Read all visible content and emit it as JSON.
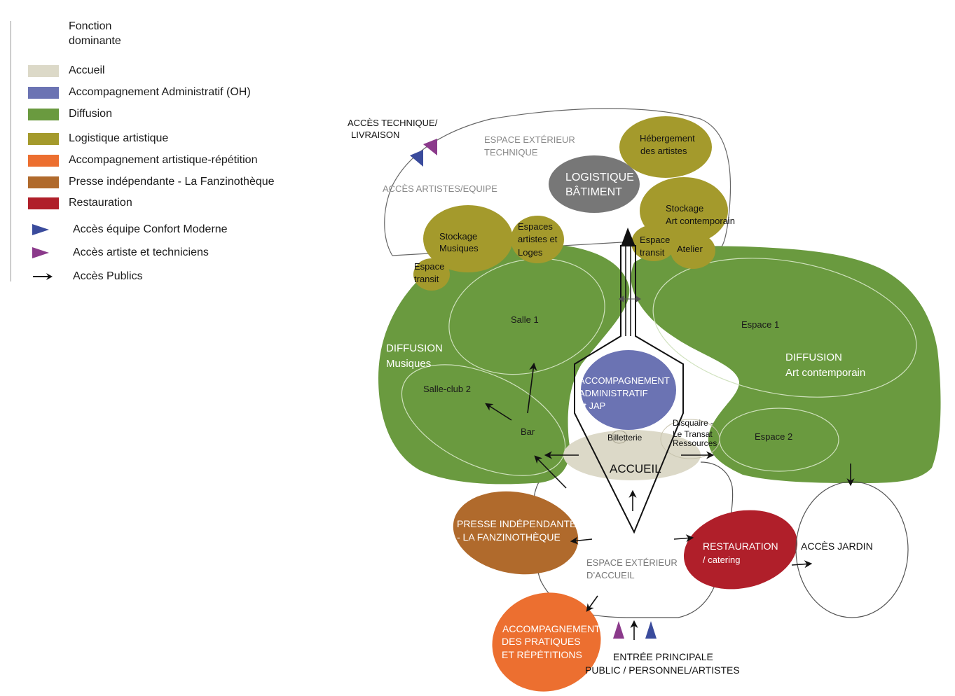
{
  "legend": {
    "title_line1": "Fonction",
    "title_line2": "dominante",
    "items": [
      {
        "label": "Accueil",
        "color": "#dcd9c8"
      },
      {
        "label": "Accompagnement Administratif (OH)",
        "color": "#6b73b3"
      },
      {
        "label": "Diffusion",
        "color": "#6a9a3f"
      },
      {
        "label": "Logistique artistique",
        "color": "#a49a2c"
      },
      {
        "label": "Accompagnement artistique-répétition",
        "color": "#ec6f30"
      },
      {
        "label": "Presse indépendante - La Fanzinothèque",
        "color": "#b06a2c"
      },
      {
        "label": "Restauration",
        "color": "#b01f2a"
      }
    ],
    "access": [
      {
        "label": "Accès équipe Confort Moderne",
        "icon": "blue-triangle-icon",
        "color": "#3a4b9c"
      },
      {
        "label": "Accès artiste et techniciens",
        "icon": "purple-triangle-icon",
        "color": "#8b3a8b"
      },
      {
        "label": "Accès Publics",
        "icon": "arrow-icon",
        "color": "#111111"
      }
    ]
  },
  "diagram": {
    "acces_technique_l1": "ACCÈS TECHNIQUE/",
    "acces_technique_l2": "LIVRAISON",
    "espace_ext_tech_l1": "ESPACE EXTÉRIEUR",
    "espace_ext_tech_l2": "TECHNIQUE",
    "acces_artistes": "ACCÈS ARTISTES/EQUIPE",
    "hebergement_l1": "Hébergement",
    "hebergement_l2": "des artistes",
    "logistique_l1": "LOGISTIQUE",
    "logistique_l2": "BÂTIMENT",
    "stockage_art_l1": "Stockage",
    "stockage_art_l2": "Art contemporain",
    "stockage_mus_l1": "Stockage",
    "stockage_mus_l2": "Musiques",
    "espaces_artistes_l1": "Espaces",
    "espaces_artistes_l2": "artistes et",
    "espaces_artistes_l3": "Loges",
    "espace_transit_l1": "Espace",
    "espace_transit_l2": "transit",
    "espace_transit_r1": "Espace",
    "espace_transit_r2": "transit",
    "atelier": "Atelier",
    "salle1": "Salle 1",
    "diffusion_mus_l1": "DIFFUSION",
    "diffusion_mus_l2": "Musiques",
    "salle_club": "Salle-club 2",
    "bar": "Bar",
    "espace1": "Espace 1",
    "diffusion_art_l1": "DIFFUSION",
    "diffusion_art_l2": "Art contemporain",
    "espace2": "Espace 2",
    "accompagnement_admin_l1": "ACCOMPAGNEMENT",
    "accompagnement_admin_l2": "ADMINISTRATIF",
    "accompagnement_admin_l3": "et JAP",
    "billetterie": "Billetterie",
    "disquaire_l1": "Disquaire -",
    "disquaire_l2": "Le Transat",
    "disquaire_l3": "Ressources",
    "accueil": "ACCUEIL",
    "presse_l1": "PRESSE INDÉPENDANTE",
    "presse_l2": "- LA FANZINOTHÈQUE",
    "espace_ext_accueil_l1": "ESPACE EXTÉRIEUR",
    "espace_ext_accueil_l2": "D’ACCUEIL",
    "restauration_l1": "RESTAURATION",
    "restauration_l2": "/ catering",
    "acces_jardin": "ACCÈS JARDIN",
    "accompagnement_prat_l1": "ACCOMPAGNEMENT",
    "accompagnement_prat_l2": "DES PRATIQUES",
    "accompagnement_prat_l3": "ET RÉPÉTITIONS",
    "entree_l1": "ENTRÉE PRINCIPALE",
    "entree_l2": "PUBLIC / PERSONNEL/ARTISTES"
  }
}
